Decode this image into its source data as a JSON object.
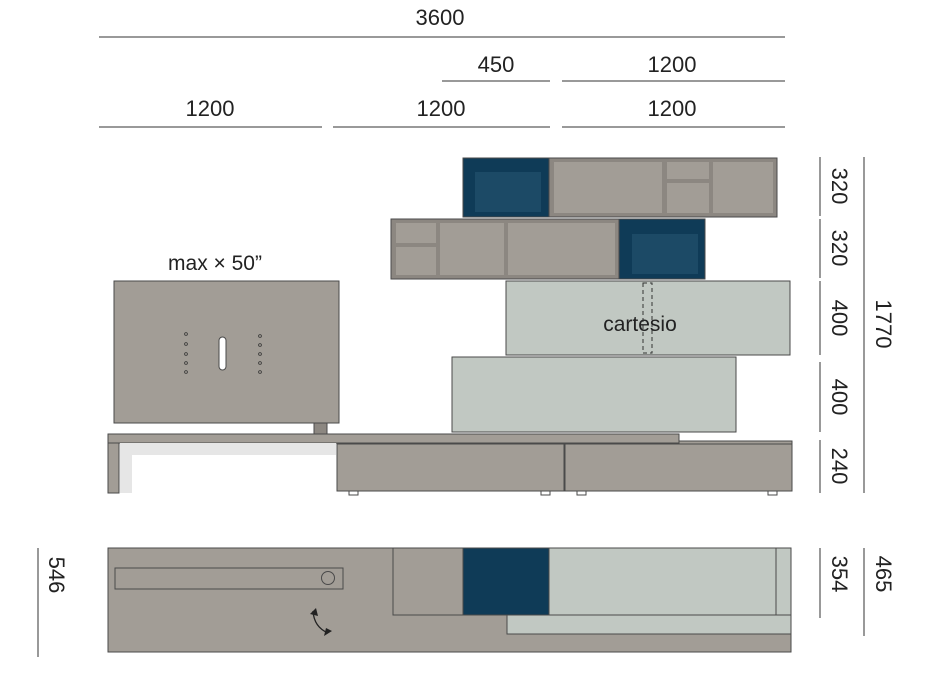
{
  "top_dimensions": {
    "total": "3600",
    "row2": [
      "450",
      "1200"
    ],
    "row3": [
      "1200",
      "1200",
      "1200"
    ]
  },
  "labels": {
    "tv_size": "max × 50”",
    "brand": "cartesio"
  },
  "right_dimensions": {
    "module_heights": [
      "320",
      "320",
      "400",
      "400",
      "240"
    ],
    "total_height": "1770"
  },
  "plan_dimensions": {
    "left_depth": "546",
    "right_depth_inner": "354",
    "right_depth_outer": "465"
  },
  "colors": {
    "taupe": "#a29d96",
    "taupe_dark": "#8c8781",
    "navy": "#0f3b57",
    "sage": "#c1c8c2",
    "outline": "#4a4a4a"
  }
}
